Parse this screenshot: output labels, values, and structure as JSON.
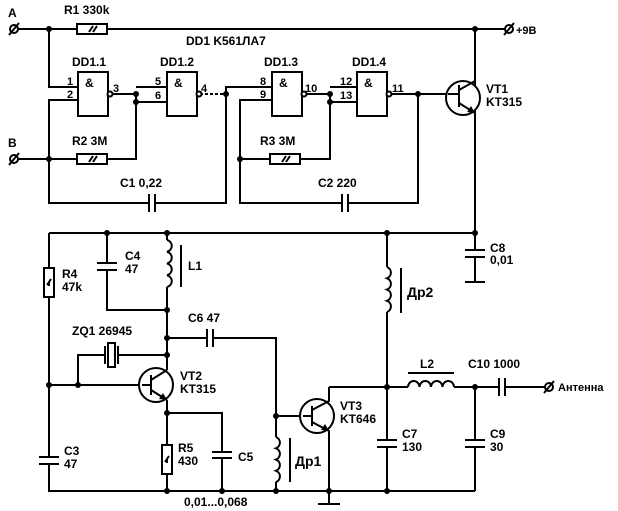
{
  "terminals": {
    "a": "A",
    "b": "B",
    "supply": "+9В",
    "antenna": "Антенна"
  },
  "chip": "DD1 K561ЛА7",
  "gates": [
    {
      "name": "DD1.1",
      "symbol": "&",
      "in1": "1",
      "in2": "2",
      "out": "3"
    },
    {
      "name": "DD1.2",
      "symbol": "&",
      "in1": "5",
      "in2": "6",
      "out": "4"
    },
    {
      "name": "DD1.3",
      "symbol": "&",
      "in1": "8",
      "in2": "9",
      "out": "10"
    },
    {
      "name": "DD1.4",
      "symbol": "&",
      "in1": "12",
      "in2": "13",
      "out": "11"
    }
  ],
  "components": {
    "r1": "R1 330k",
    "r2": "R2 3M",
    "r3": "R3 3M",
    "c1": "C1 0,22",
    "c2": "C2 220",
    "vt1_name": "VT1",
    "vt1_type": "KT315",
    "c8_name": "C8",
    "c8_value": "0,01",
    "r4_name": "R4",
    "r4_value": "47k",
    "c4_name": "C4",
    "c4_value": "47",
    "l1": "L1",
    "c6": "C6 47",
    "zq1": "ZQ1 26945",
    "vt2_name": "VT2",
    "vt2_type": "KT315",
    "c3_name": "C3",
    "c3_value": "47",
    "r5_name": "R5",
    "r5_value": "430",
    "c5": "C5",
    "c5_range": "0,01...0,068",
    "dr1": "Др1",
    "vt3_name": "VT3",
    "vt3_type": "KT646",
    "dr2": "Др2",
    "l2": "L2",
    "c10": "C10 1000",
    "c7_name": "C7",
    "c7_value": "130",
    "c9_name": "C9",
    "c9_value": "30"
  }
}
